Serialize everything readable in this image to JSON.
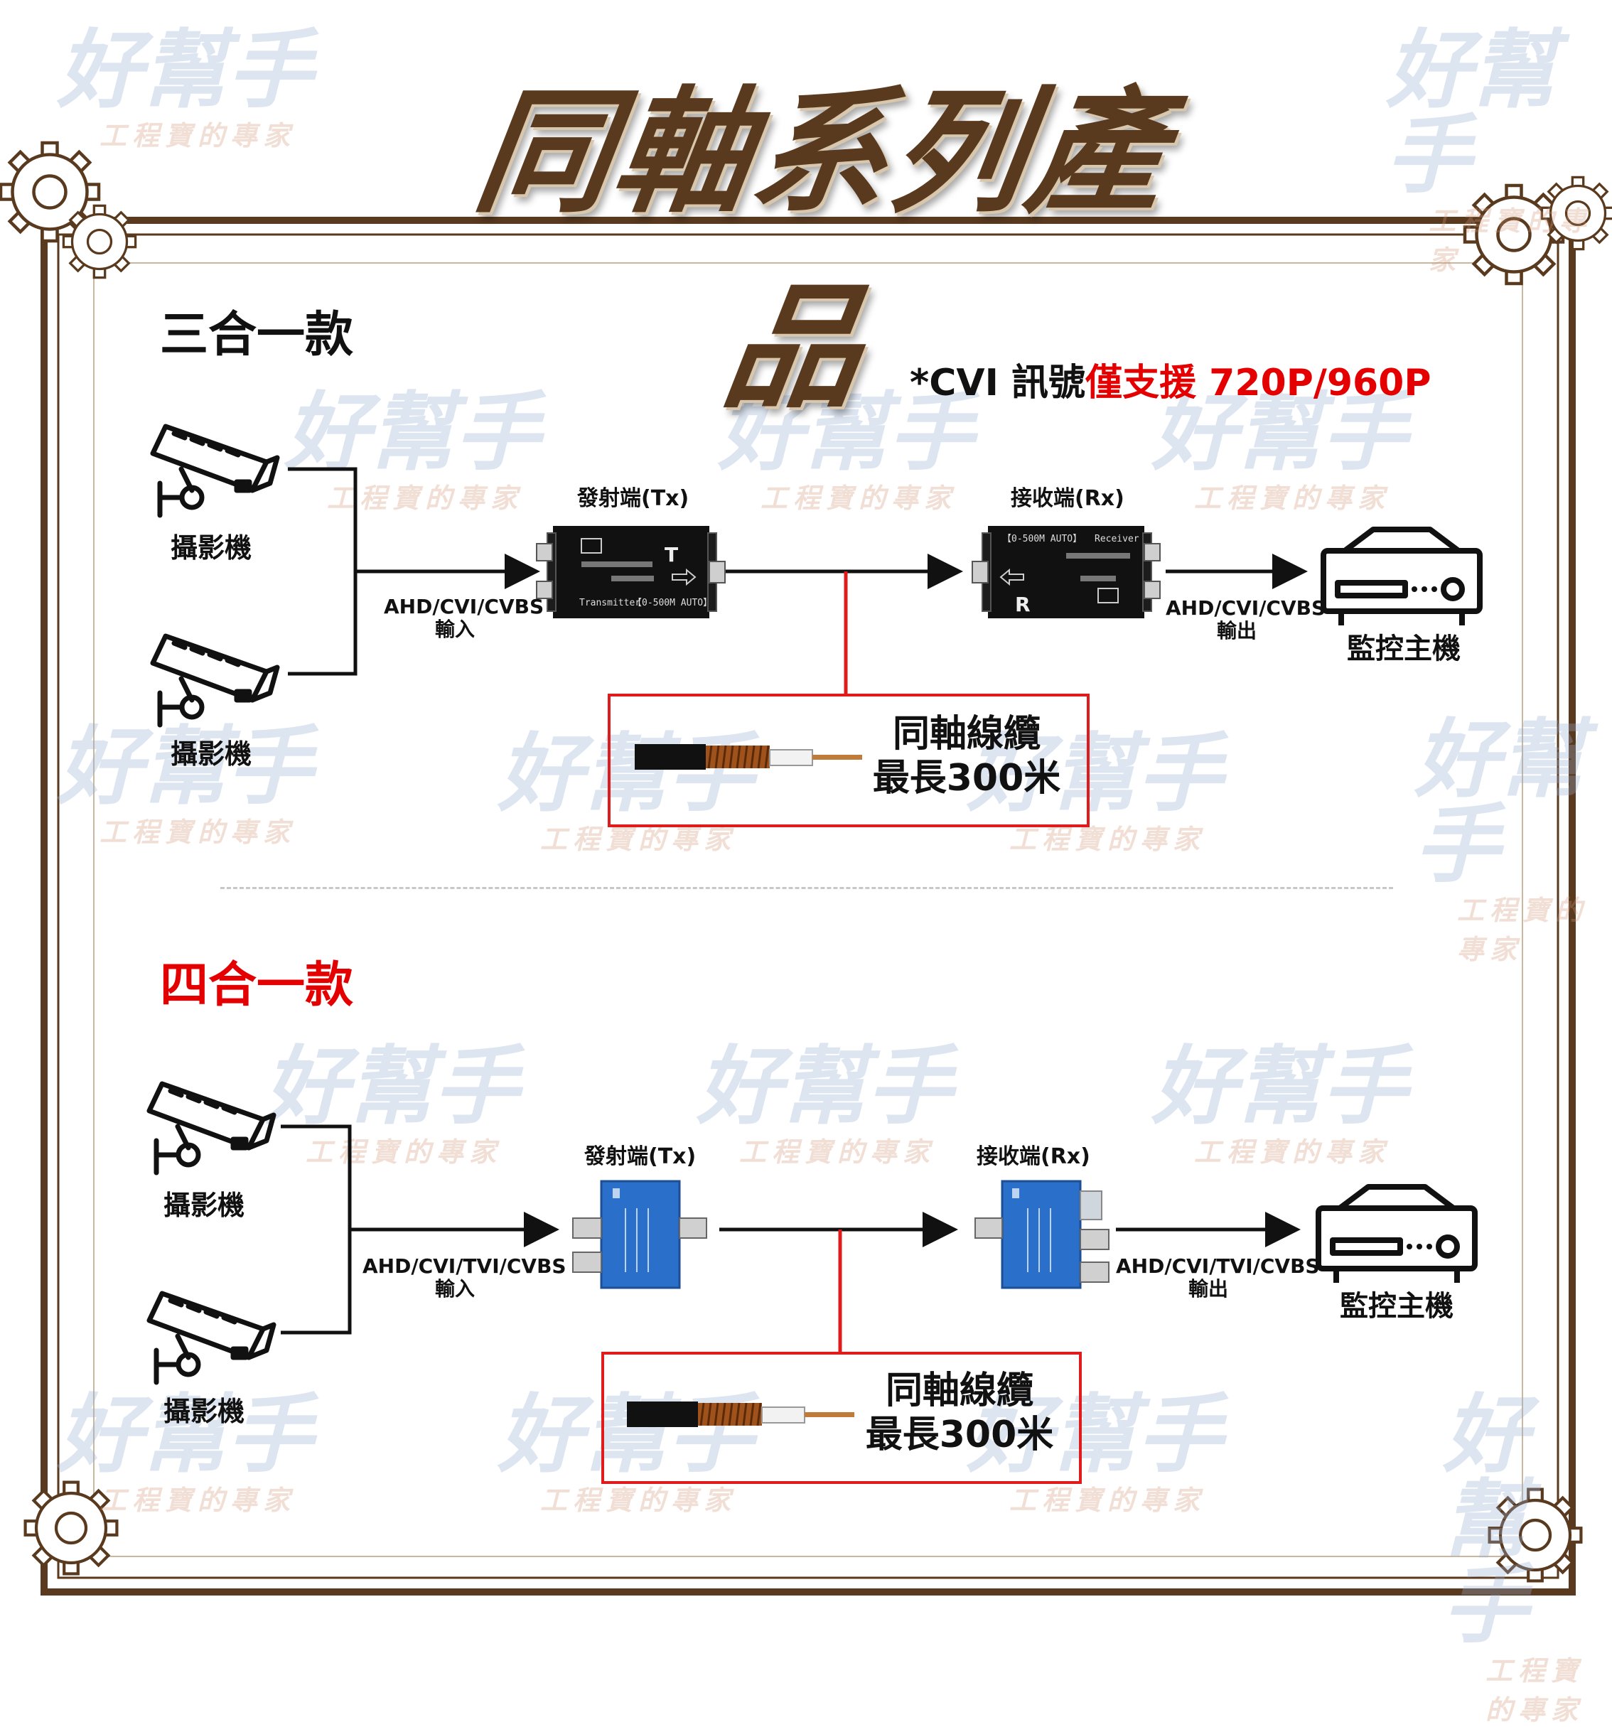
{
  "title": "同軸系列產品",
  "watermark": {
    "brand": "好幫手",
    "slogan": "工程寶的專家"
  },
  "section1": {
    "heading": "三合一款",
    "note_prefix": "*CVI 訊號",
    "note_highlight": "僅支援 720P/960P",
    "camera_label": "攝影機",
    "input_label_line1": "AHD/CVI/CVBS",
    "input_label_line2": "輸入",
    "tx_label": "發射端(Tx)",
    "rx_label": "接收端(Rx)",
    "output_label_line1": "AHD/CVI/CVBS",
    "output_label_line2": "輸出",
    "dvr_label": "監控主機",
    "cable_line1": "同軸線纜",
    "cable_line2": "最長300米",
    "tx_device": {
      "letter": "T",
      "left_text": "Transmitter",
      "right_text": "【0-500M AUTO】"
    },
    "rx_device": {
      "letter": "R",
      "left_text": "【0-500M AUTO】",
      "right_text": "Receiver"
    }
  },
  "section2": {
    "heading": "四合一款",
    "camera_label": "攝影機",
    "input_label_line1": "AHD/CVI/TVI/CVBS",
    "input_label_line2": "輸入",
    "tx_label": "發射端(Tx)",
    "rx_label": "接收端(Rx)",
    "output_label_line1": "AHD/CVI/TVI/CVBS",
    "output_label_line2": "輸出",
    "dvr_label": "監控主機",
    "cable_line1": "同軸線纜",
    "cable_line2": "最長300米"
  },
  "colors": {
    "frame": "#5a3a1e",
    "accent_red": "#e40000",
    "device_blue": "#2a6fc9",
    "device_black": "#111111"
  }
}
